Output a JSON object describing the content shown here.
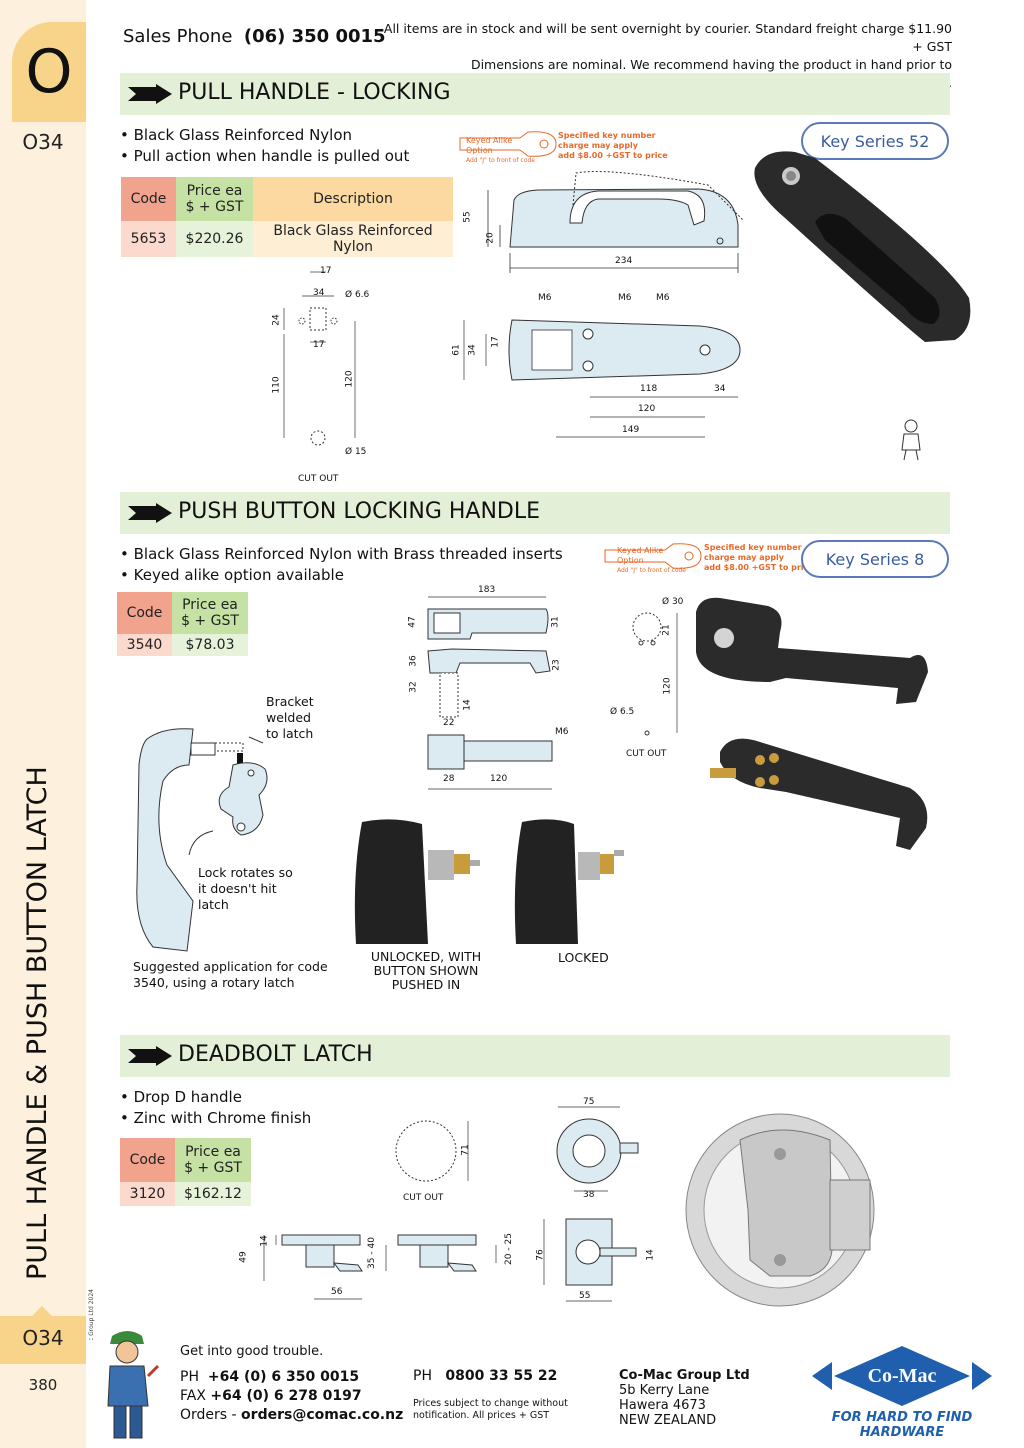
{
  "sidebar": {
    "tab_letter": "O",
    "code_top": "O34",
    "vertical_title": "PULL HANDLE & PUSH BUTTON LATCH",
    "copyright": "© Co-Mac Group Ltd 2024",
    "code_bottom": "O34",
    "page_number": "380"
  },
  "header": {
    "sales_label": "Sales Phone",
    "sales_phone": "(06) 350 0015",
    "notice_line1": "All items are in stock and will be sent overnight by courier. Standard freight charge $11.90 + GST",
    "notice_line2": "Dimensions are nominal. We recommend having the product in hand prior to manufacturing."
  },
  "keyed_alike": {
    "option_title": "Keyed Alike Option",
    "option_sub": "Add \"J\" to front of code",
    "specified_line1": "Specified key number",
    "specified_line2": "charge may apply",
    "specified_line3": "add $8.00 +GST to price"
  },
  "section1": {
    "title": "PULL HANDLE - LOCKING",
    "bullets": [
      "Black Glass Reinforced Nylon",
      "Pull action when handle is pulled out"
    ],
    "key_series": "Key Series 52",
    "table": {
      "headers": [
        "Code",
        "Price ea $ + GST",
        "Description"
      ],
      "rows": [
        [
          "5653",
          "$220.26",
          "Black Glass Reinforced Nylon"
        ]
      ]
    },
    "cutout_label": "CUT OUT",
    "dims": {
      "d17": "17",
      "d34": "34",
      "d66": "Ø 6.6",
      "d24": "24",
      "d17b": "17",
      "d110": "110",
      "d120": "120",
      "d15": "Ø 15",
      "side55": "55",
      "side20": "20",
      "side234": "234",
      "m6a": "M6",
      "m6b": "M6",
      "m6c": "M6",
      "b61": "61",
      "b34": "34",
      "b17": "17",
      "b118": "118",
      "b34r": "34",
      "b120": "120",
      "b149": "149"
    }
  },
  "section2": {
    "title": "PUSH BUTTON LOCKING HANDLE",
    "bullets": [
      "Black Glass Reinforced Nylon with Brass threaded inserts",
      "Keyed alike option available"
    ],
    "key_series": "Key Series 8",
    "table": {
      "headers": [
        "Code",
        "Price ea $ + GST"
      ],
      "rows": [
        [
          "3540",
          "$78.03"
        ]
      ]
    },
    "bracket_caption": "Bracket welded to latch",
    "lock_caption": "Lock rotates so it doesn't hit latch",
    "suggested_caption": "Suggested application for code 3540, using a rotary latch",
    "unlocked_caption": "UNLOCKED, WITH BUTTON SHOWN PUSHED IN",
    "locked_caption": "LOCKED",
    "cutout_label": "CUT OUT",
    "dims": {
      "d183": "183",
      "d47": "47",
      "d31": "31",
      "d36": "36",
      "d23": "23",
      "d32": "32",
      "d14": "14",
      "d22": "22",
      "m6": "M6",
      "d28": "28",
      "d120": "120",
      "d30": "Ø 30",
      "d21": "21",
      "d120v": "120",
      "d65": "Ø 6.5"
    }
  },
  "section3": {
    "title": "DEADBOLT LATCH",
    "bullets": [
      "Drop D handle",
      "Zinc with Chrome finish"
    ],
    "table": {
      "headers": [
        "Code",
        "Price ea $ + GST"
      ],
      "rows": [
        [
          "3120",
          "$162.12"
        ]
      ]
    },
    "cutout_label": "CUT OUT",
    "dims": {
      "d71": "71",
      "d75": "75",
      "d38": "38",
      "d76": "76",
      "d14": "14",
      "d55": "55",
      "d49": "49",
      "d14b": "14",
      "d3540": "35 - 40",
      "d2025": "20 - 25",
      "d56": "56"
    }
  },
  "footer": {
    "tagline_good": "Get into good trouble.",
    "ph_label": "PH",
    "ph": "+64 (0) 6 350 0015",
    "fax_label": "FAX",
    "fax": "+64 (0) 6 278 0197",
    "orders_label": "Orders -",
    "orders": "orders@comac.co.nz",
    "ph2_label": "PH",
    "ph2": "0800 33 55 22",
    "prices_note": "Prices subject to change without notification. All prices + GST",
    "company": "Co-Mac Group Ltd",
    "addr1": "5b Kerry Lane",
    "addr2": "Hawera 4673",
    "addr3": "NEW ZEALAND",
    "logo_text": "Co-Mac",
    "logo_tagline": "FOR HARD TO FIND HARDWARE"
  },
  "colors": {
    "section_bar": "#e3f0d7",
    "sidebar": "#fdf0dc",
    "tab": "#f8d48a",
    "key_series_border": "#5b79b8",
    "keyed_alike": "#e86a2a",
    "logo_blue": "#1f5fae",
    "code_header": "#f2a38e",
    "price_header": "#c5e2a4",
    "desc_header": "#fbd9a0"
  }
}
